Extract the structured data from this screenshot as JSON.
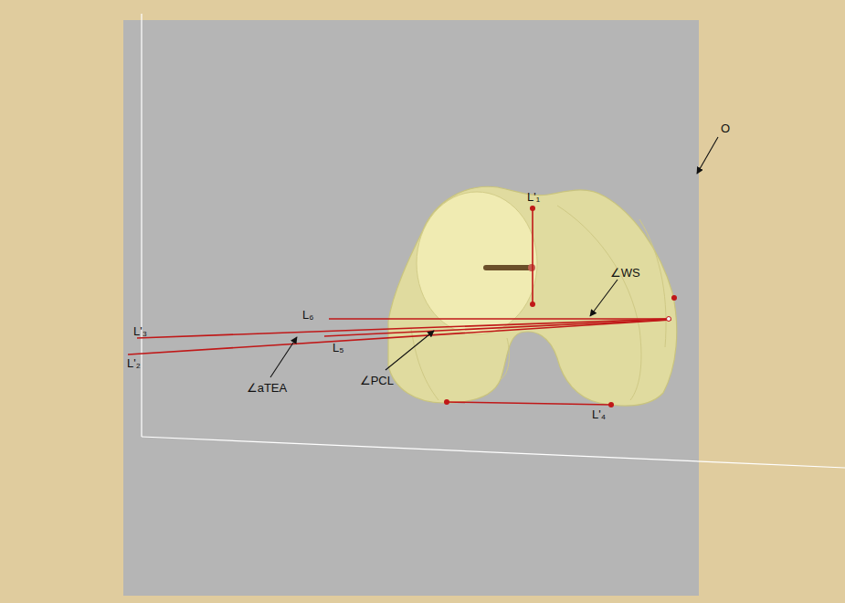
{
  "diagram": {
    "labels": [
      "O",
      "L'₁",
      "∠WS",
      "L₆",
      "L'₃",
      "L'₂",
      "L₅",
      "∠aTEA",
      "∠PCL",
      "L'₄"
    ]
  }
}
